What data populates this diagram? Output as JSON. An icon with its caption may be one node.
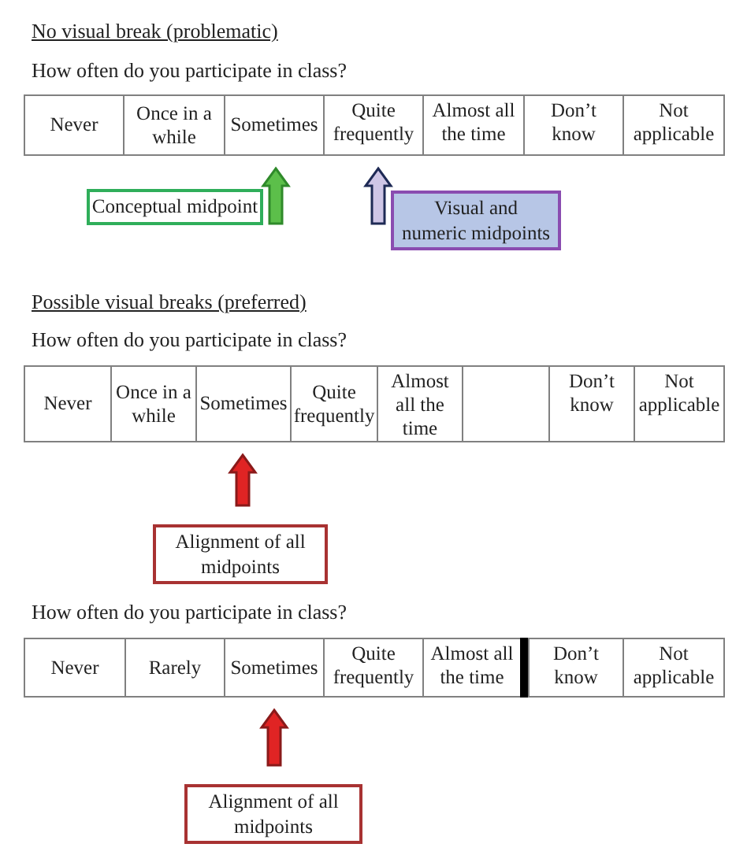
{
  "diagram": {
    "nodes": [
      {
        "text": [
          "Never"
        ]
      },
      {
        "text": [
          "Once in a while"
        ]
      },
      {
        "text": [
          "Sometimes"
        ]
      },
      {
        "text": [
          "Quite frequently"
        ]
      },
      {
        "text": [
          "Almost all the time"
        ]
      },
      {
        "text": [
          "Don’t know"
        ]
      },
      {
        "text": [
          "Not applicable"
        ]
      },
      {
        "text": [
          "Conceptual midpoint"
        ]
      },
      {
        "text": [
          "Visual and numeric midpoints"
        ]
      },
      {
        "text": [
          "Never"
        ]
      },
      {
        "text": [
          "Once in a while"
        ]
      },
      {
        "text": [
          "Sometimes"
        ]
      },
      {
        "text": [
          "Quite frequently"
        ]
      },
      {
        "text": [
          "Almost all the time"
        ]
      },
      {
        "text": [],
        "shape": "box"
      },
      {
        "text": [
          "Don’t know"
        ]
      },
      {
        "text": [
          "Not applicable"
        ]
      },
      {
        "text": [
          "Alignment of all midpoints"
        ]
      },
      {
        "text": [
          "Never"
        ]
      },
      {
        "text": [
          "Rarely"
        ]
      },
      {
        "text": [
          "Sometimes"
        ]
      },
      {
        "text": [
          "Quite frequently"
        ]
      },
      {
        "text": [
          "Almost all the time"
        ]
      },
      {
        "text": [],
        "shape": "bar"
      },
      {
        "text": [
          "Don’t know"
        ]
      },
      {
        "text": [
          "Not applicable"
        ]
      },
      {
        "text": [
          "Alignment of all midpoints"
        ]
      }
    ],
    "edges": [
      {
        "from": null,
        "to": 2,
        "arrow": "to",
        "color": "#5cbf4a"
      },
      {
        "from": null,
        "to": 3,
        "arrow": "to",
        "color": "#cfc6e6"
      },
      {
        "from": 17,
        "to": 11,
        "arrow": "to",
        "color": "#e02424"
      },
      {
        "from": 26,
        "to": 20,
        "arrow": "to",
        "color": "#e02424"
      }
    ],
    "labels": [
      "No visual break (problematic)",
      "How often do you participate in class?",
      "Possible visual breaks (preferred)",
      "How often do you participate in class?",
      "How often do you participate in class?"
    ]
  }
}
